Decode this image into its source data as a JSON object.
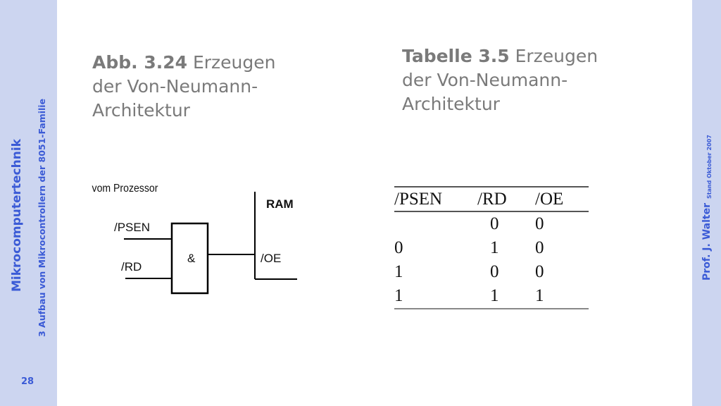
{
  "sidebar": {
    "course_title": "Mikrocomputertechnik",
    "chapter_title": "3 Aufbau von Mikrocontrollern der 8051-Familie",
    "page_number": "28",
    "author": "Prof. J. Walter",
    "stand": "Stand Oktober 2007"
  },
  "figure": {
    "label": "Abb. 3.24",
    "title_line1": "Erzeugen",
    "title_line2": "der Von-Neumann-",
    "title_line3": "Architektur",
    "source_label": "vom Prozessor",
    "input1": "/PSEN",
    "input2": "/RD",
    "gate": "&",
    "target": "RAM",
    "output": "/OE"
  },
  "table": {
    "label": "Tabelle 3.5",
    "title_line1": "Erzeugen",
    "title_line2": "der Von-Neumann-",
    "title_line3": "Architektur",
    "headers": [
      "/PSEN",
      "/RD",
      "/OE"
    ],
    "rows": [
      [
        "",
        "0",
        "0"
      ],
      [
        "0",
        "1",
        "0"
      ],
      [
        "1",
        "0",
        "0"
      ],
      [
        "1",
        "1",
        "1"
      ]
    ]
  }
}
